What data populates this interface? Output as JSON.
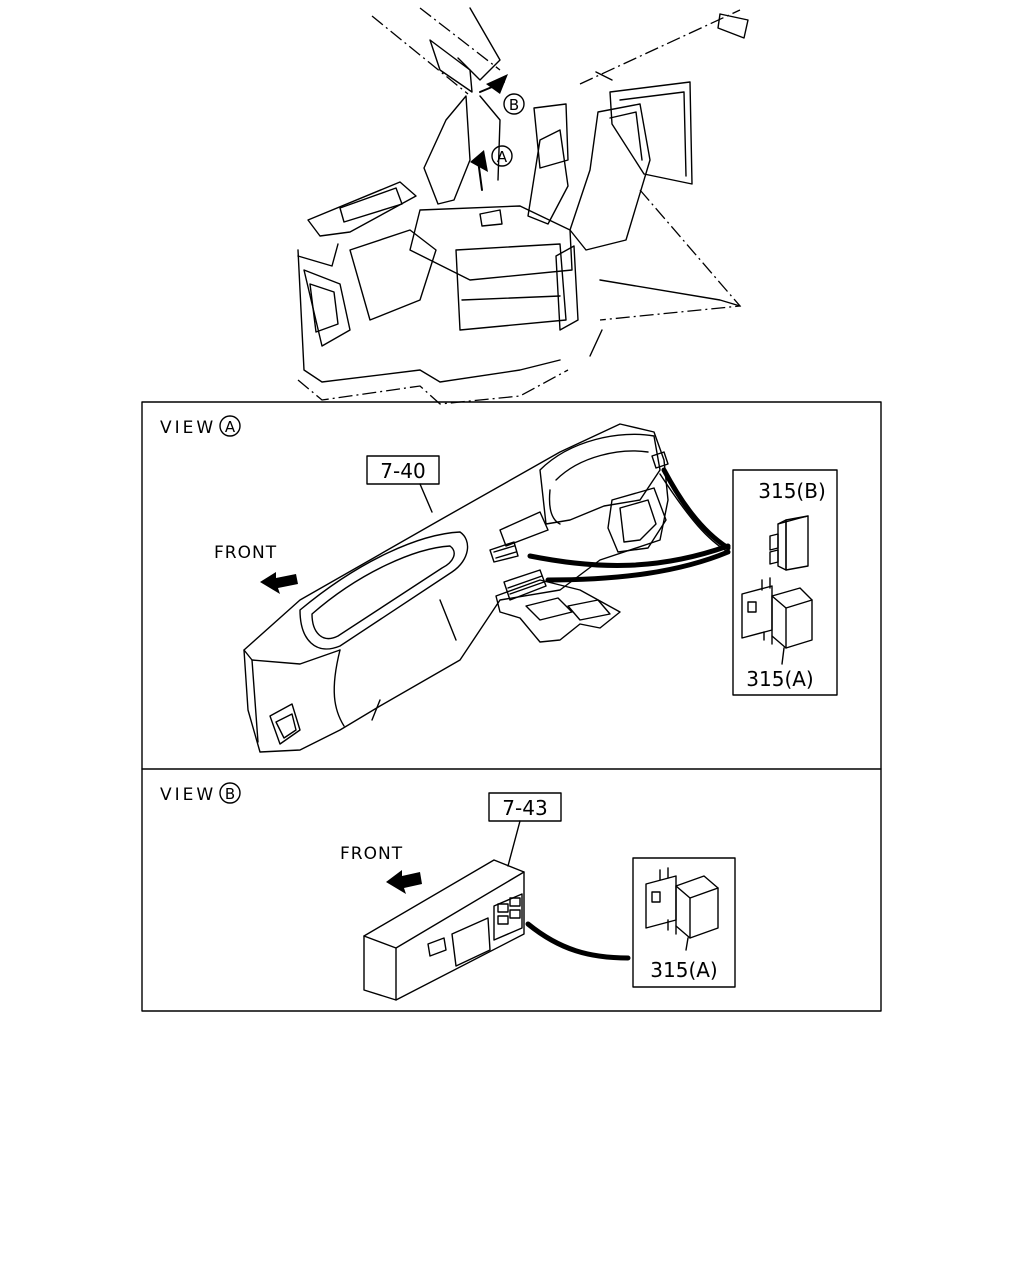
{
  "callouts": {
    "a": "A",
    "b": "B"
  },
  "view_a": {
    "title": "VIEW",
    "marker": "A",
    "front": "FRONT",
    "ref_dash": "7-40",
    "part_top": "315(B)",
    "part_bottom": "315(A)"
  },
  "view_b": {
    "title": "VIEW",
    "marker": "B",
    "front": "FRONT",
    "ref_dash": "7-43",
    "part": "315(A)"
  }
}
